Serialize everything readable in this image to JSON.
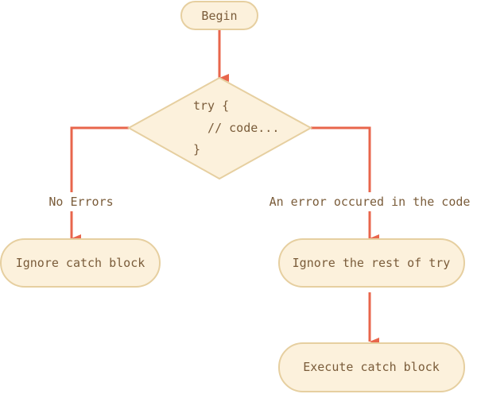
{
  "colors": {
    "node_fill": "#fcf1dc",
    "node_stroke": "#e6cfa0",
    "arrow": "#e8664c",
    "text": "#7a5c3a"
  },
  "nodes": {
    "begin": "Begin",
    "decision_lines": [
      "try {",
      "  // code...",
      "}"
    ],
    "ignore_catch": "Ignore catch block",
    "ignore_rest": "Ignore the rest of try",
    "execute_catch": "Execute catch block"
  },
  "edges": {
    "no_errors": "No Errors",
    "error_occured": "An error occured in the code"
  }
}
